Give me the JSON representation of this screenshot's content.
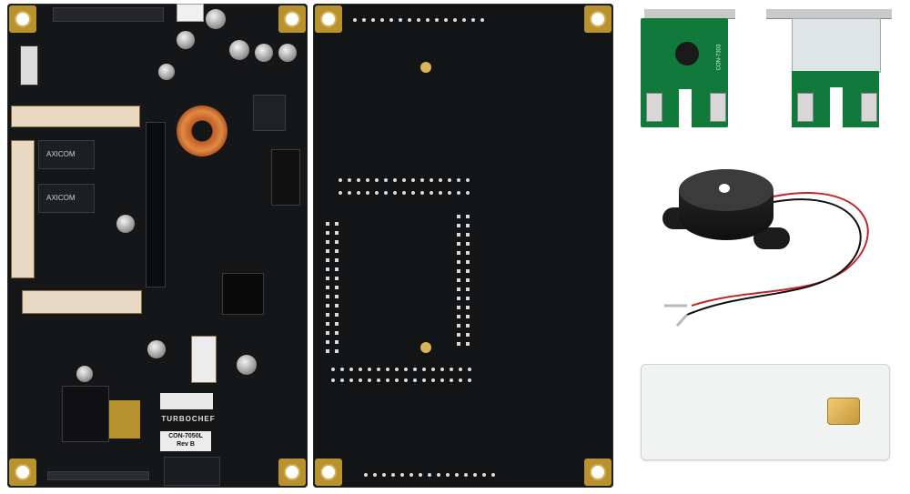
{
  "image": {
    "description_items": [
      "controller-board-front",
      "controller-board-back",
      "filter-boards",
      "piezo-buzzer",
      "smart-card"
    ]
  },
  "board_front": {
    "relay_top": "AXICOM",
    "relay_bottom": "AXICOM",
    "brand": "TURBOCHEF",
    "part_label_line1": "CON-7050L",
    "part_label_line2": "Rev B"
  },
  "green_board": {
    "silk_text": "CON-7303"
  },
  "colors": {
    "pcb": "#151618",
    "gold_pad": "#b8922f",
    "connector": "#e9d8c2",
    "green_pcb": "#117a3a",
    "card": "#f1f3f2",
    "chip_gold": "#d8ac4d"
  }
}
